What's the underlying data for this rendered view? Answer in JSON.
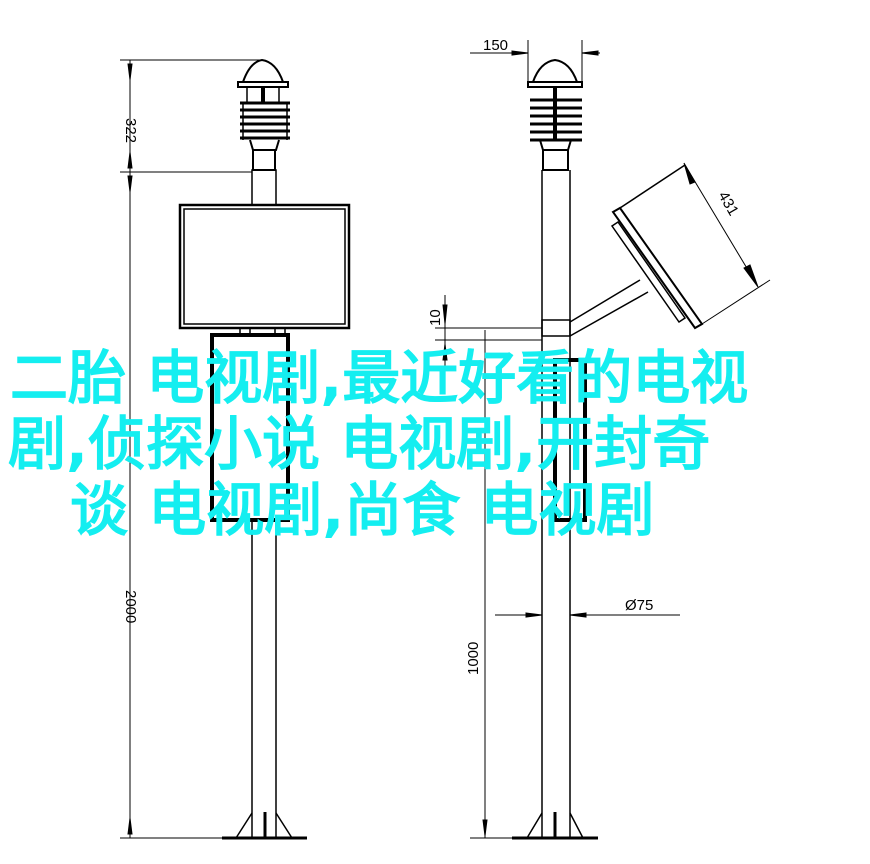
{
  "dimensions": {
    "left_head_height": "322",
    "left_pole_height": "2000",
    "head_width": "150",
    "panel_length": "431",
    "offset": "10",
    "lower_height": "1000",
    "pole_diameter": "Ø75"
  },
  "overlay_text": {
    "line1": "二胎 电视剧,最近好看的电视",
    "line2": "剧,侦探小说 电视剧,开封奇",
    "line3": "谈 电视剧,尚食 电视剧"
  },
  "colors": {
    "overlay": "#14eef0",
    "lines": "#000000"
  }
}
